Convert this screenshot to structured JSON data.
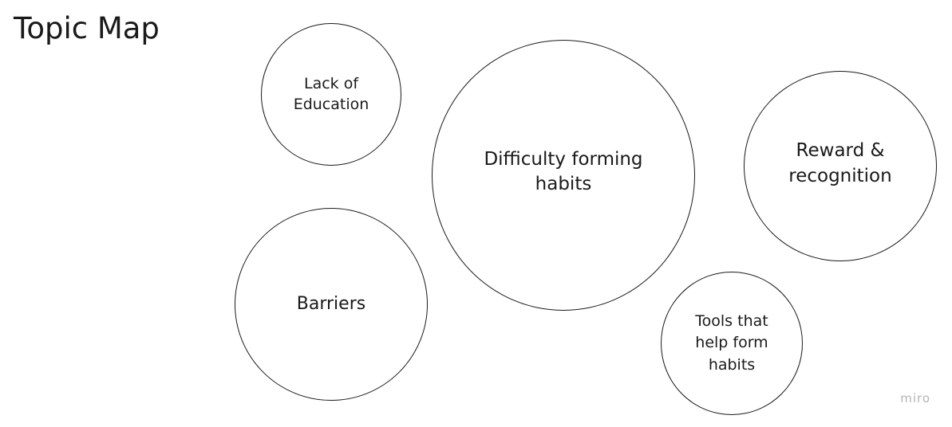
{
  "title": "Topic Map",
  "topics": [
    {
      "id": "education",
      "label": "Lack of\nEducation"
    },
    {
      "id": "habits",
      "label": "Difficulty forming\nhabits"
    },
    {
      "id": "reward",
      "label": "Reward &\nrecognition"
    },
    {
      "id": "barriers",
      "label": "Barriers"
    },
    {
      "id": "tools",
      "label": "Tools that\nhelp form\nhabits"
    }
  ],
  "watermark": "miro",
  "colors": {
    "stroke": "#1a1a1a",
    "background": "#ffffff",
    "watermark": "#b5b5b5"
  }
}
